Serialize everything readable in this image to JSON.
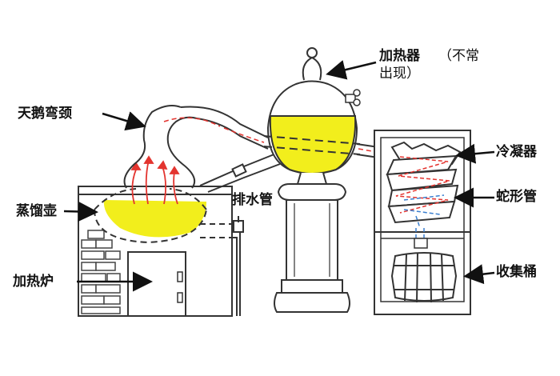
{
  "labels": {
    "heater_top": "加热器",
    "heater_note_1": "（不常",
    "heater_note_2": "出现）",
    "swan_neck": "天鹅弯颈",
    "condenser": "冷凝器",
    "still_pot": "蒸馏壶",
    "drain_pipe": "排水管",
    "coil": "蛇形管",
    "furnace": "加热炉",
    "collector": "收集桶"
  },
  "colors": {
    "liquid": "#f2ee1c",
    "outline": "#333333",
    "vapor_arrow": "#e3342f",
    "cooling_arrow": "#3a7fd0",
    "background": "#ffffff"
  }
}
